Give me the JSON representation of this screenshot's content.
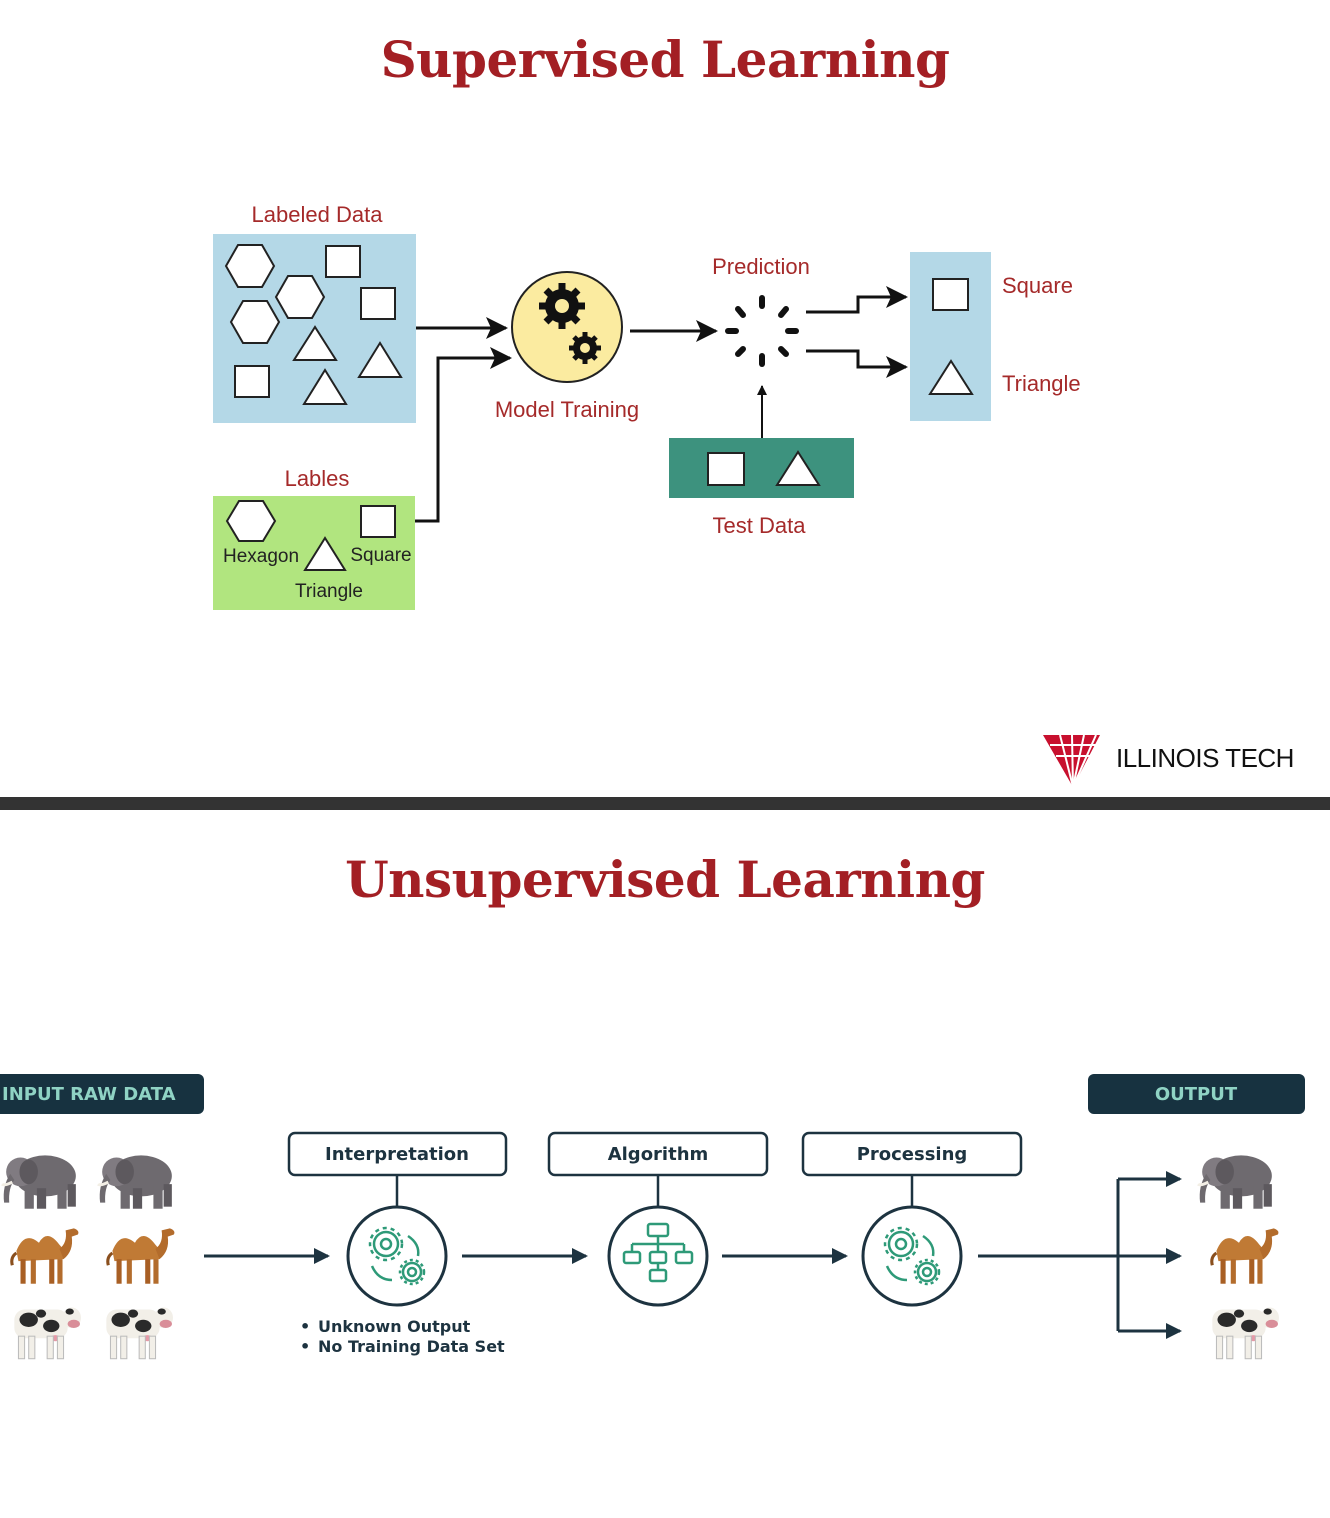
{
  "supervised": {
    "title": "Supervised Learning",
    "labeled_data": "Labeled Data",
    "labels_heading": "Lables",
    "label_hexagon": "Hexagon",
    "label_square": "Square",
    "label_triangle": "Triangle",
    "model_training": "Model Training",
    "prediction": "Prediction",
    "test_data": "Test Data",
    "output_square": "Square",
    "output_triangle": "Triangle",
    "colors": {
      "labeled_bg": "#b4d8e7",
      "labels_bg": "#b1e57f",
      "test_bg": "#3d927e",
      "model_bg": "#fbeba0",
      "label_text": "#a52a2a"
    }
  },
  "logo": {
    "text": "ILLINOIS TECH",
    "icon": "illinois-tech-logo-icon"
  },
  "unsupervised": {
    "title": "Unsupervised Learning",
    "input_label": "INPUT RAW DATA",
    "output_label": "OUTPUT",
    "stages": [
      "Interpretation",
      "Algorithm",
      "Processing"
    ],
    "bullets": [
      "Unknown Output",
      "No Training Data Set"
    ],
    "animals": [
      "elephant-icon",
      "camel-icon",
      "cow-icon"
    ],
    "colors": {
      "pill_bg": "#173240",
      "pill_text": "#8fd3c4",
      "stage_stroke": "#1d3340",
      "icon_green": "#2e9a78"
    }
  }
}
